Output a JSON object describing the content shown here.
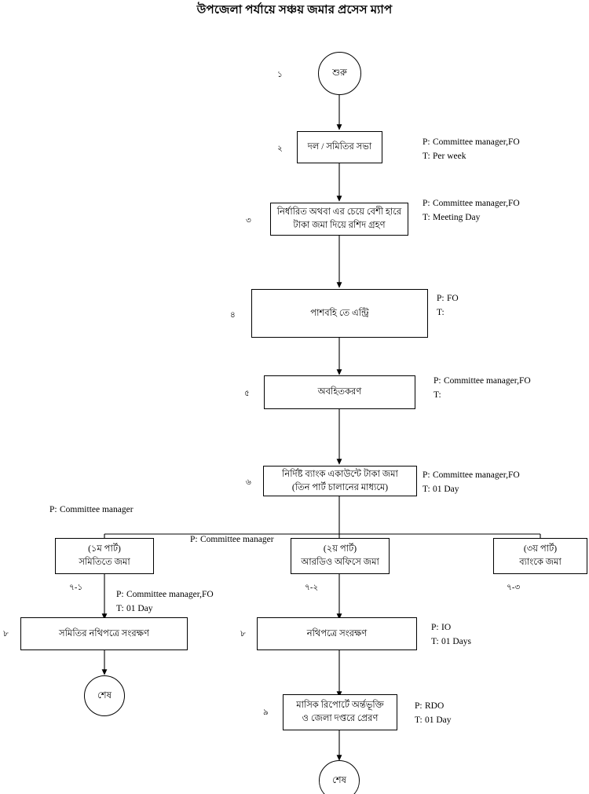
{
  "title": "উপজেলা পর্যায়ে সঞ্চয় জমার প্রসেস ম্যাপ",
  "chart_data": {
    "type": "diagram",
    "diagram_type": "flowchart",
    "title": "উপজেলা পর্যায়ে সঞ্চয় জমার প্রসেস ম্যাপ",
    "orientation": "top-to-bottom",
    "node_count": 13,
    "branch_count": 3
  },
  "nodes": {
    "start": {
      "label": "শুরু",
      "step": "১"
    },
    "n2": {
      "line1": "দল / সমিতির সভা",
      "step": "২"
    },
    "n3": {
      "line1": "নির্ধারিত অথবা এর চেয়ে বেশী হারে",
      "line2": "টাকা জমা দিয়ে রশিদ গ্রহণ",
      "step": "৩"
    },
    "n4": {
      "line1": "পাশবহি তে এন্ট্রি",
      "step": "৪"
    },
    "n5": {
      "line1": "অবহিতকরণ",
      "step": "৫"
    },
    "n6": {
      "line1": "নির্দিষ্ট ব্যাংক একাউন্টে টাকা জমা",
      "line2": "(তিন পার্ট চালানের মাধ্যমে)",
      "step": "৬"
    },
    "n7a": {
      "line1": "(১ম পার্ট)",
      "line2": "সমিতিতে জমা",
      "step": "৭-১"
    },
    "n7b": {
      "line1": "(২য় পার্ট)",
      "line2": "আরডিও অফিসে জমা",
      "step": "৭-২"
    },
    "n7c": {
      "line1": "(৩য় পার্ট)",
      "line2": "ব্যাংকে জমা",
      "step": "৭-৩"
    },
    "n8a": {
      "line1": "সমিতির নথিপত্রে সংরক্ষণ",
      "step": "৮"
    },
    "n8b": {
      "line1": "নথিপত্রে সংরক্ষণ",
      "step": "৮"
    },
    "n9": {
      "line1": "মাসিক রিপোর্টে অর্ন্তভূক্তি",
      "line2": "ও জেলা দপ্তরে প্রেরণ",
      "step": "৯"
    },
    "end_left": {
      "label": "শেষ"
    },
    "end_mid": {
      "label": "শেষ"
    }
  },
  "annotations": {
    "a2": {
      "p_key": "P:",
      "p_val": "Committee manager,FO",
      "t_key": "T:",
      "t_val": "Per week"
    },
    "a3": {
      "p_key": "P:",
      "p_val": "Committee manager,FO",
      "t_key": "T:",
      "t_val": "Meeting Day"
    },
    "a4": {
      "p_key": "P:",
      "p_val": "FO",
      "t_key": "T:",
      "t_val": ""
    },
    "a5": {
      "p_key": "P:",
      "p_val": "Committee manager,FO",
      "t_key": "T:",
      "t_val": ""
    },
    "a6": {
      "p_key": "P:",
      "p_val": "Committee manager,FO",
      "t_key": "T:",
      "t_val": "01 Day"
    },
    "a7a": {
      "p_key": "P:",
      "p_val": "Committee manager"
    },
    "a7b": {
      "p_key": "P:",
      "p_val": "Committee manager"
    },
    "a8a": {
      "p_key": "P:",
      "p_val": "Committee manager,FO",
      "t_key": "T:",
      "t_val": "01 Day"
    },
    "a8b": {
      "p_key": "P:",
      "p_val": "IO",
      "t_key": "T:",
      "t_val": "01 Days"
    },
    "a9": {
      "p_key": "P:",
      "p_val": "RDO",
      "t_key": "T:",
      "t_val": "01 Day"
    }
  },
  "colors": {
    "stroke": "#000000",
    "fill": "#ffffff",
    "text": "#000000"
  }
}
